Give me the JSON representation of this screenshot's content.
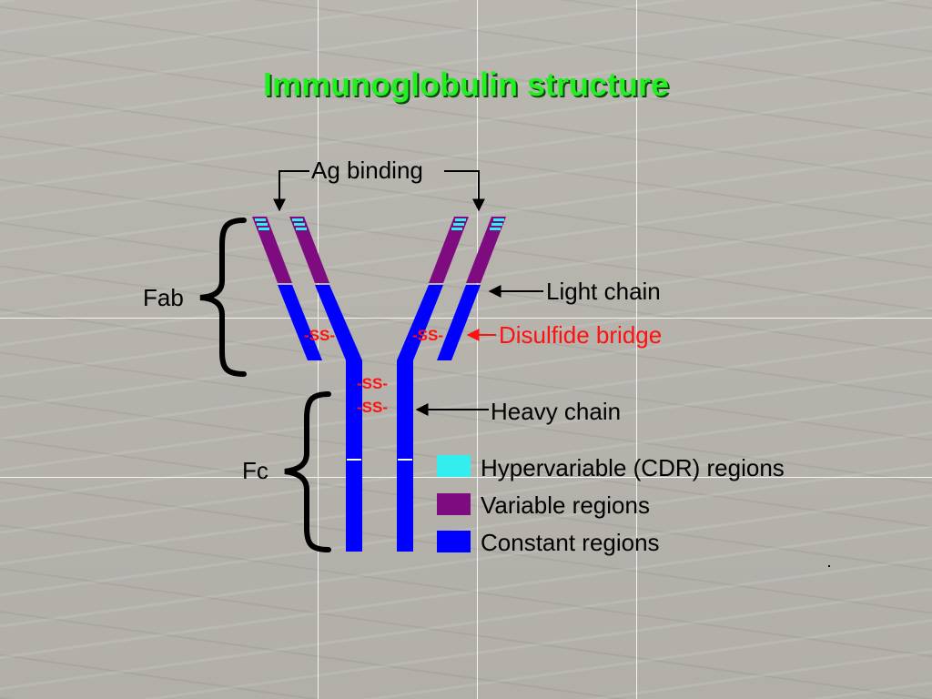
{
  "slide": {
    "title": "Immunoglobulin structure"
  },
  "diagram": {
    "labels": {
      "ag_binding": "Ag binding",
      "fab": "Fab",
      "fc": "Fc",
      "light_chain": "Light chain",
      "disulfide_bridge": "Disulfide bridge",
      "heavy_chain": "Heavy chain",
      "ss": "-SS-"
    },
    "legend": [
      {
        "label": "Hypervariable (CDR) regions",
        "color": "#33eeee"
      },
      {
        "label": "Variable regions",
        "color": "#7f0b80"
      },
      {
        "label": "Constant regions",
        "color": "#0000ff"
      }
    ],
    "colors": {
      "hypervariable": "#33eeee",
      "variable": "#7f0b80",
      "constant": "#0000ff",
      "disulfide": "#ff1111",
      "title": "#22ee22"
    }
  }
}
